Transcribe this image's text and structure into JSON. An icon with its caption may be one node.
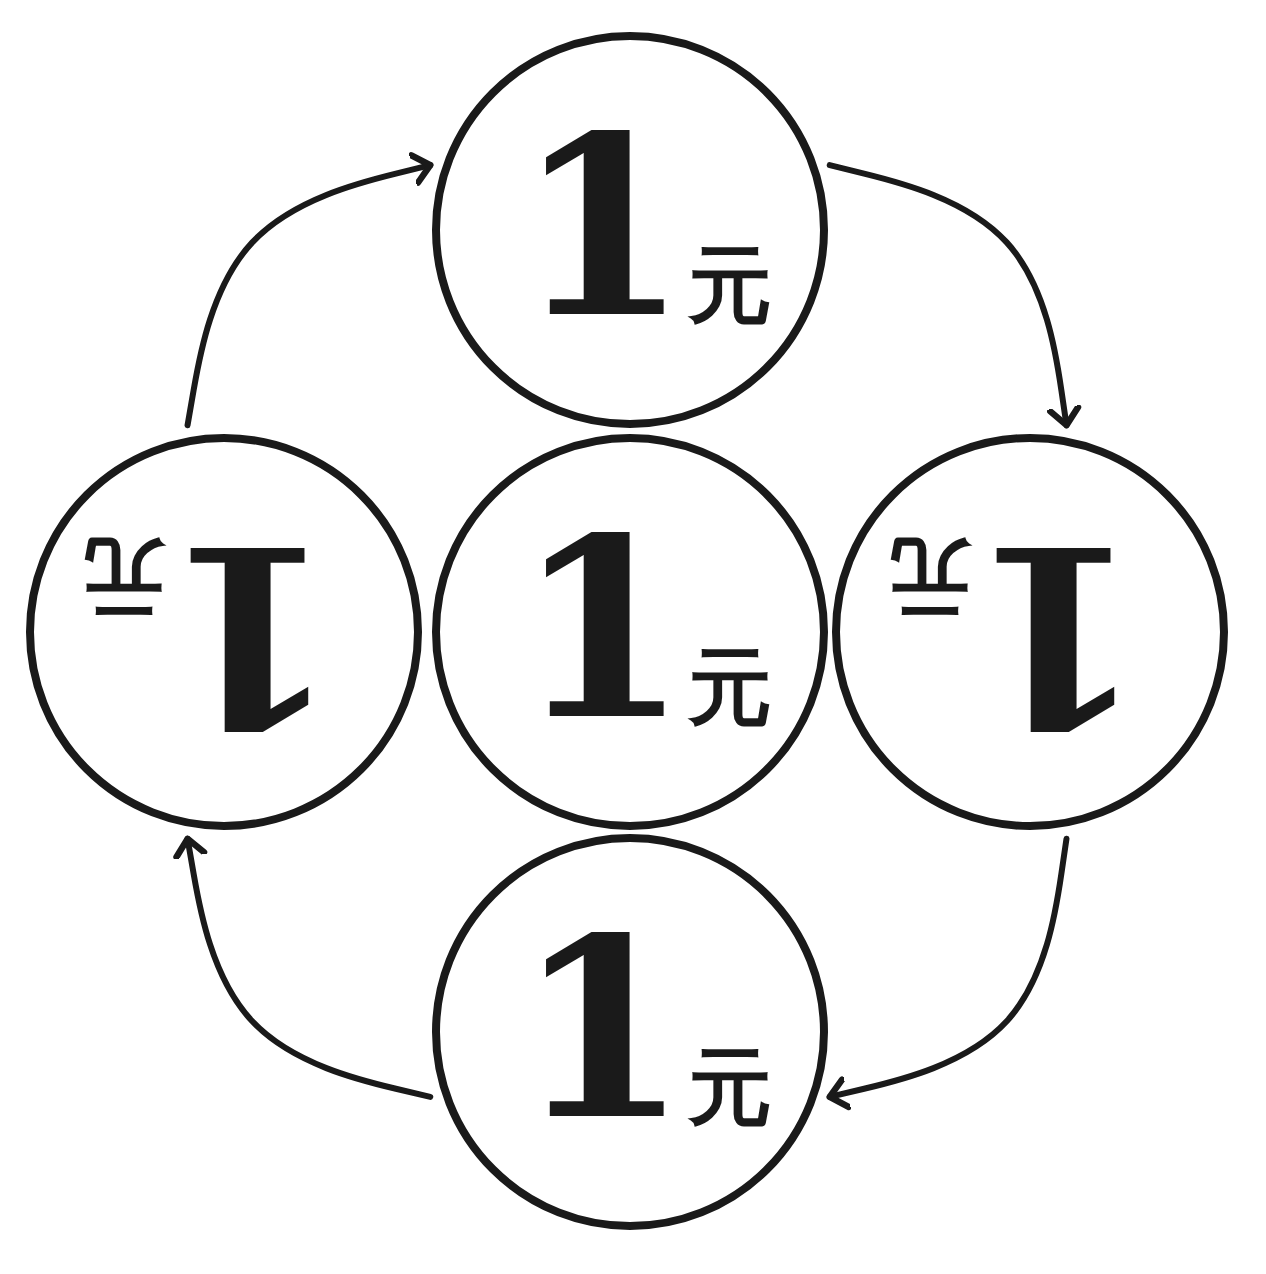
{
  "diagram": {
    "nodes": [
      {
        "text": [
          "1$_{元}$"
        ]
      },
      {
        "text": [
          "1$_{元}$"
        ]
      },
      {
        "text": [
          "1$_{元}$"
        ]
      },
      {
        "text": [
          "1$_{元}$"
        ]
      },
      {
        "text": [
          "1$_{元}$"
        ]
      }
    ],
    "edges": [
      {
        "from": 1,
        "to": 0,
        "arrow": "to"
      },
      {
        "from": 0,
        "to": 3,
        "arrow": "to"
      },
      {
        "from": 3,
        "to": 4,
        "arrow": "to"
      },
      {
        "from": 4,
        "to": 1,
        "arrow": "to"
      }
    ]
  }
}
